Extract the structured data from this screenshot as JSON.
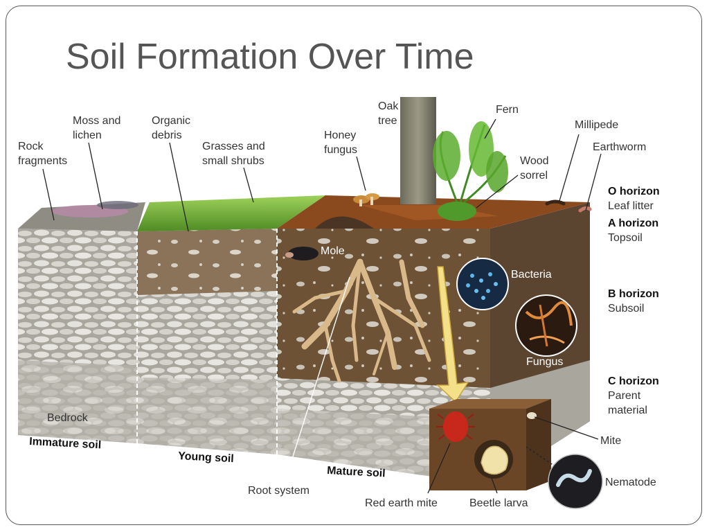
{
  "slide": {
    "title": "Soil Formation Over Time"
  },
  "labels": {
    "rock_fragments_1": "Rock",
    "rock_fragments_2": "fragments",
    "moss_1": "Moss and",
    "moss_2": "lichen",
    "organic_1": "Organic",
    "organic_2": "debris",
    "grasses_1": "Grasses and",
    "grasses_2": "small shrubs",
    "honey_1": "Honey",
    "honey_2": "fungus",
    "oak_1": "Oak",
    "oak_2": "tree",
    "fern": "Fern",
    "wood_1": "Wood",
    "wood_2": "sorrel",
    "millipede": "Millipede",
    "earthworm": "Earthworm",
    "mole": "Mole",
    "bacteria": "Bacteria",
    "fungus": "Fungus",
    "bedrock": "Bedrock",
    "root_system": "Root system",
    "red_earth_mite": "Red earth mite",
    "beetle_larva": "Beetle larva",
    "mite": "Mite",
    "nematode": "Nematode"
  },
  "soil_types": {
    "immature": "Immature soil",
    "young": "Young soil",
    "mature": "Mature soil"
  },
  "horizons": [
    {
      "name": "O horizon",
      "desc1": "Leaf litter",
      "desc2": ""
    },
    {
      "name": "A horizon",
      "desc1": "Topsoil",
      "desc2": ""
    },
    {
      "name": "B horizon",
      "desc1": "Subsoil",
      "desc2": ""
    },
    {
      "name": "C horizon",
      "desc1": "Parent",
      "desc2": "material"
    }
  ],
  "colors": {
    "rock": "#c9c6bd",
    "soil_mature": "#6e5236",
    "soil_young": "#8a7358",
    "grass": "#6aa832",
    "leaf_litter": "#8a4a1e",
    "arrow": "#f5e08a"
  }
}
